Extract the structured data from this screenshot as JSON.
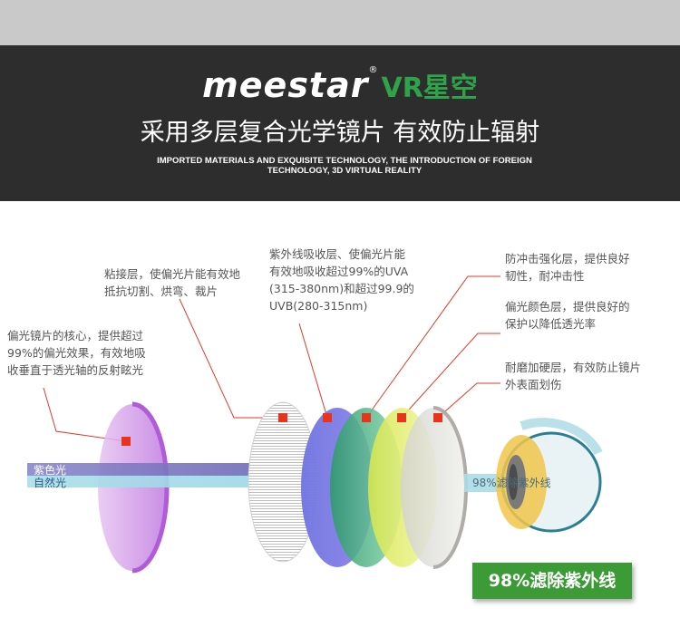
{
  "header": {
    "brand": "meestar",
    "brand_suffix": "VR星空",
    "registered": "®",
    "headline": "采用多层复合光学镜片 有效防止辐射",
    "subline": "IMPORTED MATERIALS AND EXQUISITE TECHNOLOGY, THE INTRODUCTION OF FOREIGN TECHNOLOGY, 3D VIRTUAL REALITY"
  },
  "annotations": {
    "polarizer_core": [
      "偏光镜片的核心，提供超过",
      "99%的偏光效果，有效地吸",
      "收垂直于透光轴的反射眩光"
    ],
    "adhesive_layer": [
      "粘接层，使偏光片能有效地",
      "抵抗切割、烘弯、裁片"
    ],
    "uv_layer": [
      "紫外线吸收层、使偏光片能",
      "有效地吸收超过99%的UVA",
      "(315-380nm)和超过99.9的",
      "UVB(280-315nm)"
    ],
    "impact_layer": [
      "防冲击强化层，提供良好",
      "韧性，耐冲击性"
    ],
    "color_layer": [
      "偏光颜色层，提供良好的",
      "保护以降低透光率"
    ],
    "hard_coat": [
      "耐磨加硬层，有效防止镜片",
      "外表面划伤"
    ]
  },
  "beams": {
    "uv_light": "紫色光",
    "natural_light": "自然光",
    "filtered": "98%滤除紫外线"
  },
  "badge": "98%滤除紫外线",
  "colors": {
    "banner": "#2d2d2d",
    "accent_green": "#3c9a37",
    "marker_red": "#e8341c"
  }
}
